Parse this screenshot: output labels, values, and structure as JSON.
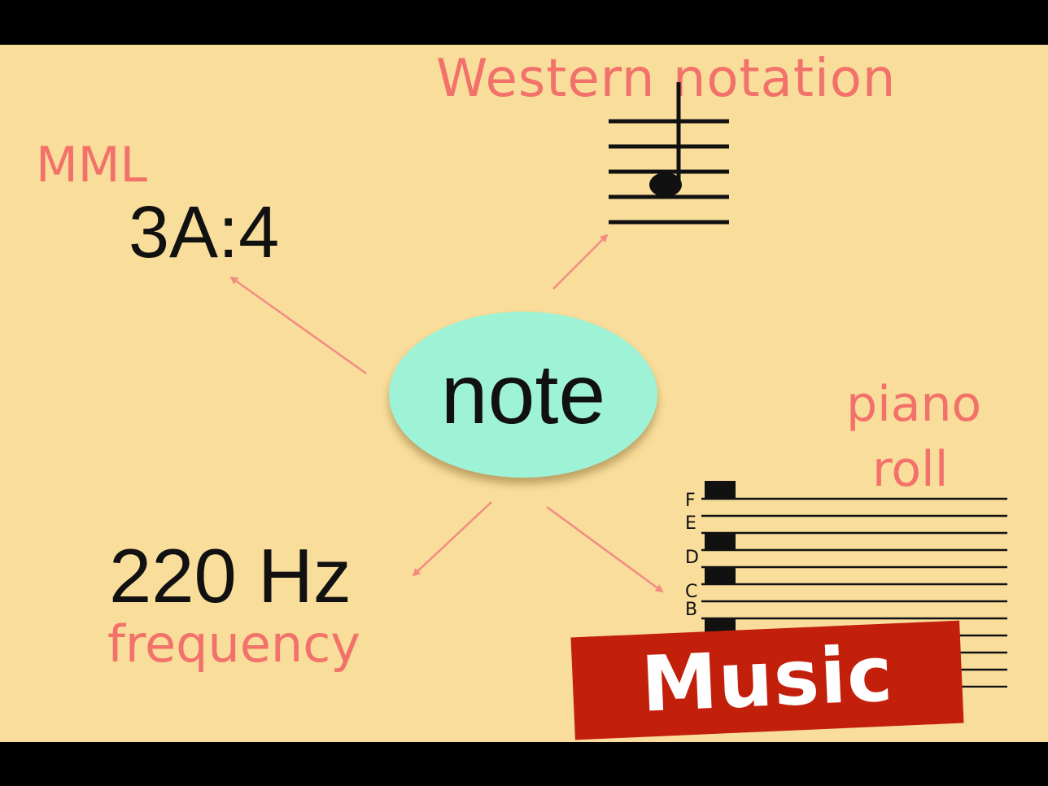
{
  "labels": {
    "western_notation": "Western notation",
    "mml": "MML",
    "mml_value": "3A:4",
    "piano_line1": "piano",
    "piano_line2": "roll",
    "frequency_value": "220 Hz",
    "frequency": "frequency",
    "center": "note",
    "banner": "Music"
  },
  "piano_keys": [
    "F",
    "E",
    "D",
    "C",
    "B"
  ],
  "colors": {
    "background": "#f9dd9a",
    "handwriting": "#f2716a",
    "arrow": "#f48b83",
    "ellipse": "#9ef2d6",
    "banner": "#c3200c",
    "ink": "#111111"
  }
}
